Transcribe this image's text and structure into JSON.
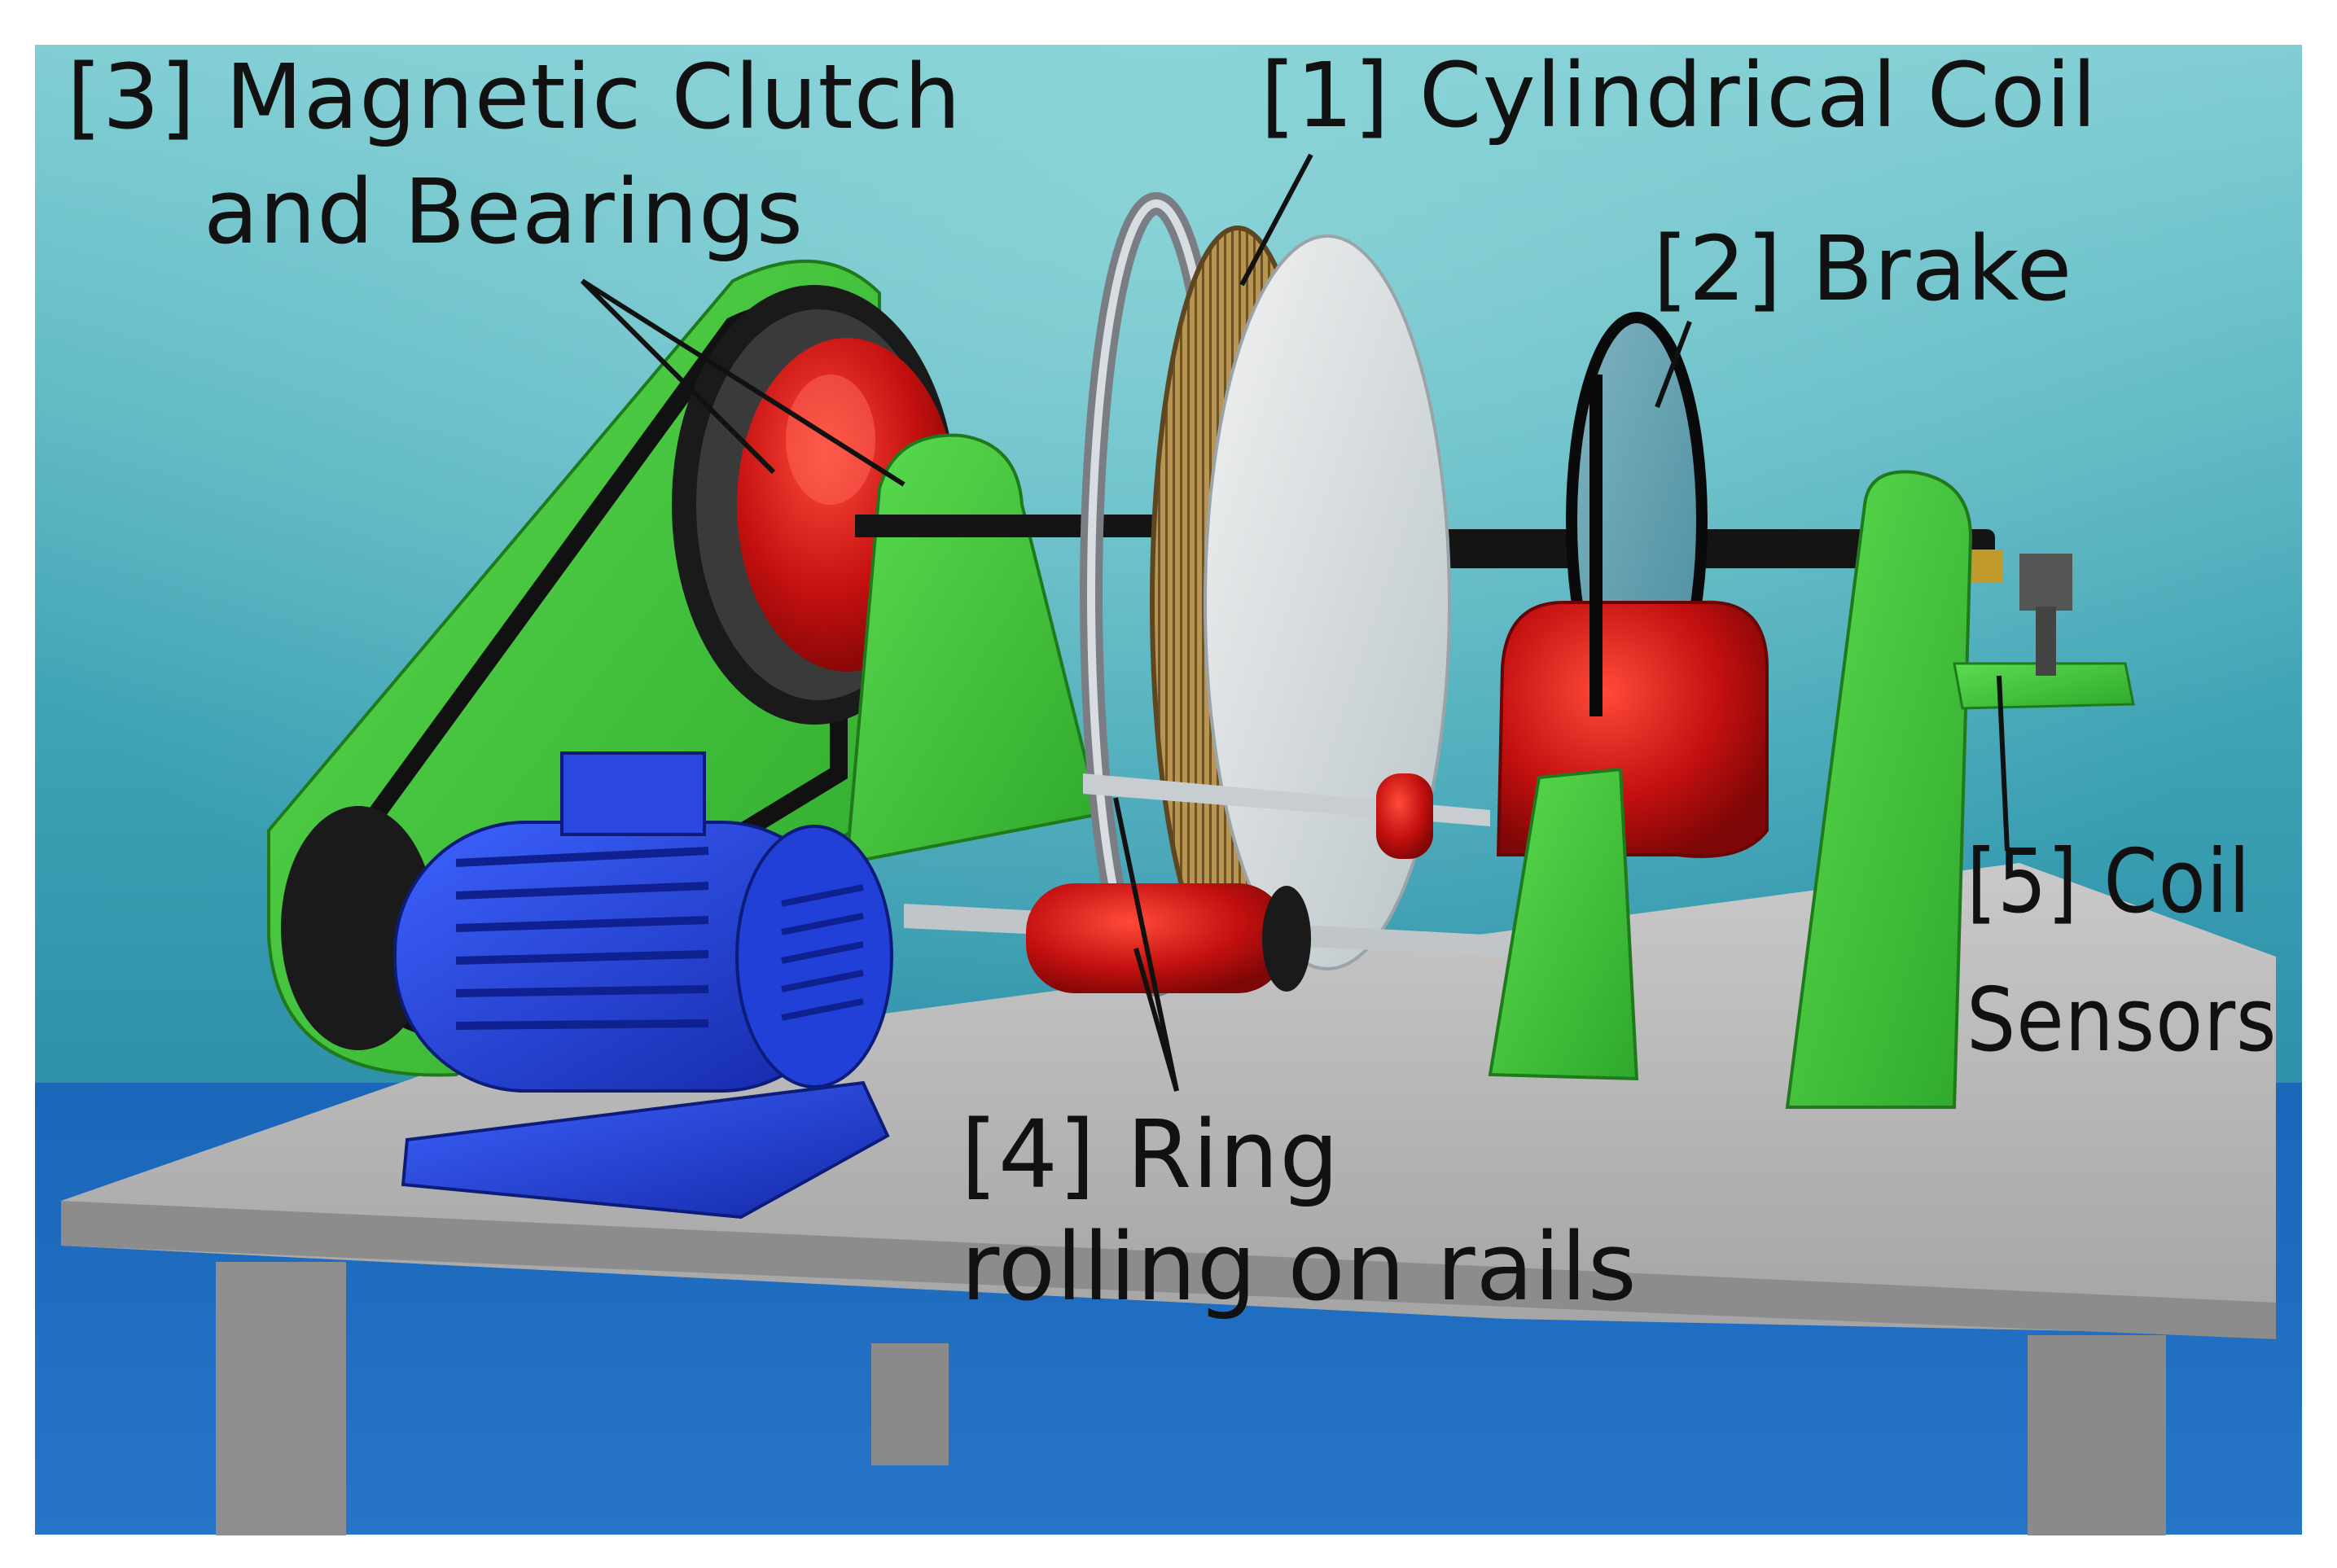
{
  "labels": {
    "cylindrical_coil": "[1] Cylindrical Coil",
    "brake": "[2] Brake",
    "clutch_line1": "[3] Magnetic Clutch",
    "clutch_line2": "and Bearings",
    "ring_line1": "[4] Ring",
    "ring_line2": "rolling on rails",
    "sensors_line1": "[5] Coil",
    "sensors_line2": "Sensors"
  },
  "colors": {
    "background_top": "#7ccbd2",
    "background_bottom": "#1f7fa5",
    "floor": "#1f6fc4",
    "table_top": "#b8b8b8",
    "frame_green": "#3fc43a",
    "clutch_red": "#c01212",
    "motor_blue": "#1c3fd8",
    "shaft_black": "#141414",
    "coil_copper": "#a88a4e",
    "disc_grey": "#d8dcdf"
  },
  "icons": {
    "motor": "electric-motor",
    "belt": "drive-belt",
    "clutch": "magnetic-clutch",
    "coil": "cylindrical-coil",
    "brake": "brake-disc",
    "sensor": "coil-sensor"
  }
}
